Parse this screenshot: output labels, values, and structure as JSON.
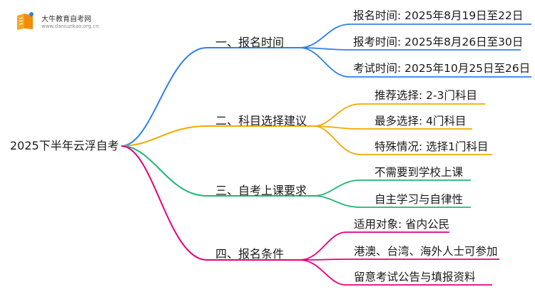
{
  "logo": {
    "name": "大牛教育自考网",
    "url_text": "www.daniuzikao.org.cn"
  },
  "root": {
    "label": "2025下半年云浮自考"
  },
  "branches": [
    {
      "label": "一、报名时间",
      "color": "#2f80ed",
      "items": [
        "报名时间: 2025年8月19日至22日",
        "报考时间: 2025年8月26日至30日",
        "考试时间: 2025年10月25日至26日"
      ]
    },
    {
      "label": "二、科目选择建议",
      "color": "#f2a900",
      "items": [
        "推荐选择: 2-3门科目",
        "最多选择: 4门科目",
        "特殊情况: 选择1门科目"
      ]
    },
    {
      "label": "三、自考上课要求",
      "color": "#22b573",
      "items": [
        "不需要到学校上课",
        "自主学习与自律性"
      ]
    },
    {
      "label": "四、报名条件",
      "color": "#e6007e",
      "items": [
        "适用对象: 省内公民",
        "港澳、台湾、海外人士可参加",
        "留意考试公告与填报资料"
      ]
    }
  ]
}
